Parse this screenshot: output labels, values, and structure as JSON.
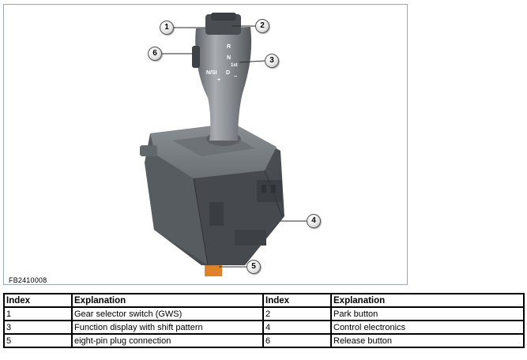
{
  "figure": {
    "code": "FB2410008",
    "callouts": [
      "1",
      "2",
      "3",
      "4",
      "5",
      "6"
    ],
    "shift_pattern": {
      "top": "R",
      "upper": "N",
      "right": "1st",
      "left": "N/SI",
      "center": "D",
      "plus": "+",
      "minus": "−"
    }
  },
  "legend": {
    "headers": [
      "Index",
      "Explanation",
      "Index",
      "Explanation"
    ],
    "rows": [
      [
        "1",
        "Gear selector switch (GWS)",
        "2",
        "Park button"
      ],
      [
        "3",
        "Function display with shift pattern",
        "4",
        "Control electronics"
      ],
      [
        "5",
        "eight-pin plug connection",
        "6",
        "Release button"
      ]
    ]
  },
  "colors": {
    "housing": "#4e5358",
    "lever": "#7d8287",
    "plug": "#e0822a",
    "leader": "#2a2a2a"
  }
}
